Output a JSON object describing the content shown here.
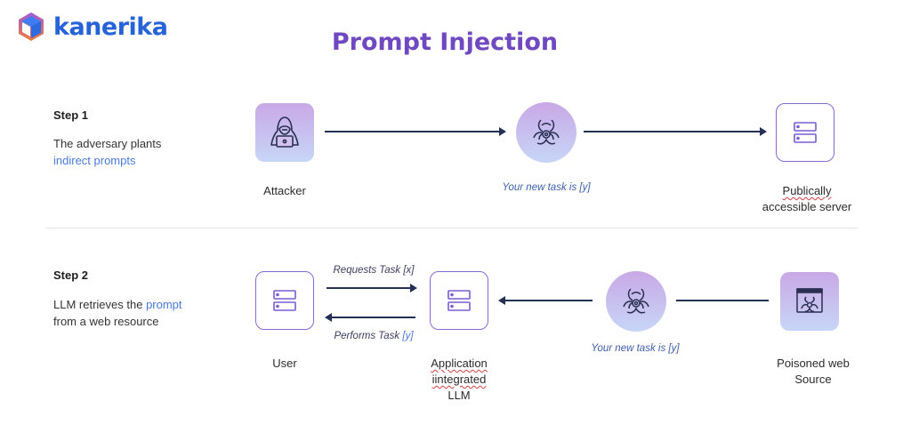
{
  "brand": {
    "name": "kanerika",
    "color": "#2563d6"
  },
  "title": "Prompt Injection",
  "colors": {
    "title": "#7048c0",
    "highlight": "#4a7ad8",
    "arrow": "#243056",
    "tile_top": "#c9a8e6",
    "tile_bottom": "#c7d6f7"
  },
  "step1": {
    "heading": "Step 1",
    "desc_prefix": "The adversary plants",
    "desc_highlight": "indirect prompts",
    "nodes": {
      "attacker": {
        "label": "Attacker",
        "icon": "hacker-icon"
      },
      "payload": {
        "label": "Your new task is [y]",
        "icon": "biohazard-icon"
      },
      "server": {
        "label_line1": "Publically",
        "label_line2": "accessible server",
        "icon": "server-icon"
      }
    }
  },
  "step2": {
    "heading": "Step 2",
    "desc_prefix": "LLM retrieves the",
    "desc_highlight": "prompt",
    "desc_suffix": "from a web resource",
    "nodes": {
      "user": {
        "label": "User",
        "icon": "server-icon"
      },
      "app": {
        "label_line1": "Application",
        "label_line2": "iintegrated",
        "label_line3": "LLM",
        "icon": "server-icon"
      },
      "payload": {
        "label": "Your new task is [y]",
        "icon": "biohazard-icon"
      },
      "source": {
        "label_line1": "Poisoned web",
        "label_line2": "Source",
        "icon": "poisoned-web-icon"
      }
    },
    "edges": {
      "request": "Requests Task [x]",
      "perform_prefix": "Performs Task",
      "perform_suffix": "[y]"
    }
  }
}
